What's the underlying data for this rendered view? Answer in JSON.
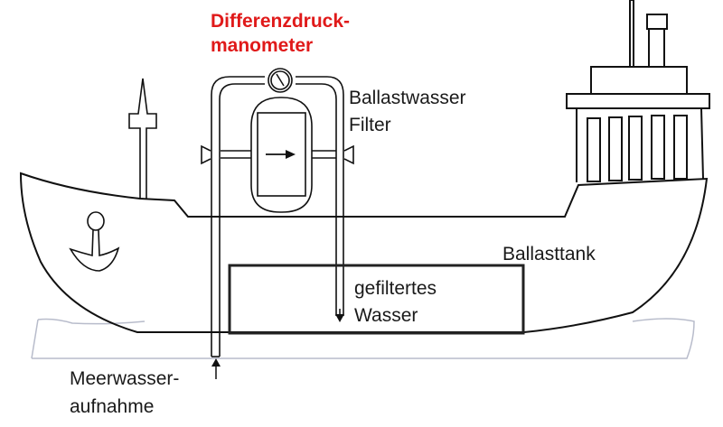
{
  "diagram": {
    "title": "Ballastwasser-Filtersystem",
    "labels": {
      "manometer_line1": "Differenzdruck-",
      "manometer_line2": "manometer",
      "filter_line1": "Ballastwasser",
      "filter_line2": "Filter",
      "tank": "Ballasttank",
      "filtered_line1": "gefiltertes",
      "filtered_line2": "Wasser",
      "intake_line1": "Meerwasser-",
      "intake_line2": "aufnahme"
    },
    "colors": {
      "accent_label": "#e01a1a",
      "line": "#111111",
      "waterline": "#b8bccb"
    },
    "icons": [
      "anchor-icon",
      "pressure-gauge-icon",
      "flow-arrow-icon",
      "intake-arrow-icon",
      "outflow-arrow-icon",
      "mast-icon",
      "funnel-icon"
    ]
  }
}
